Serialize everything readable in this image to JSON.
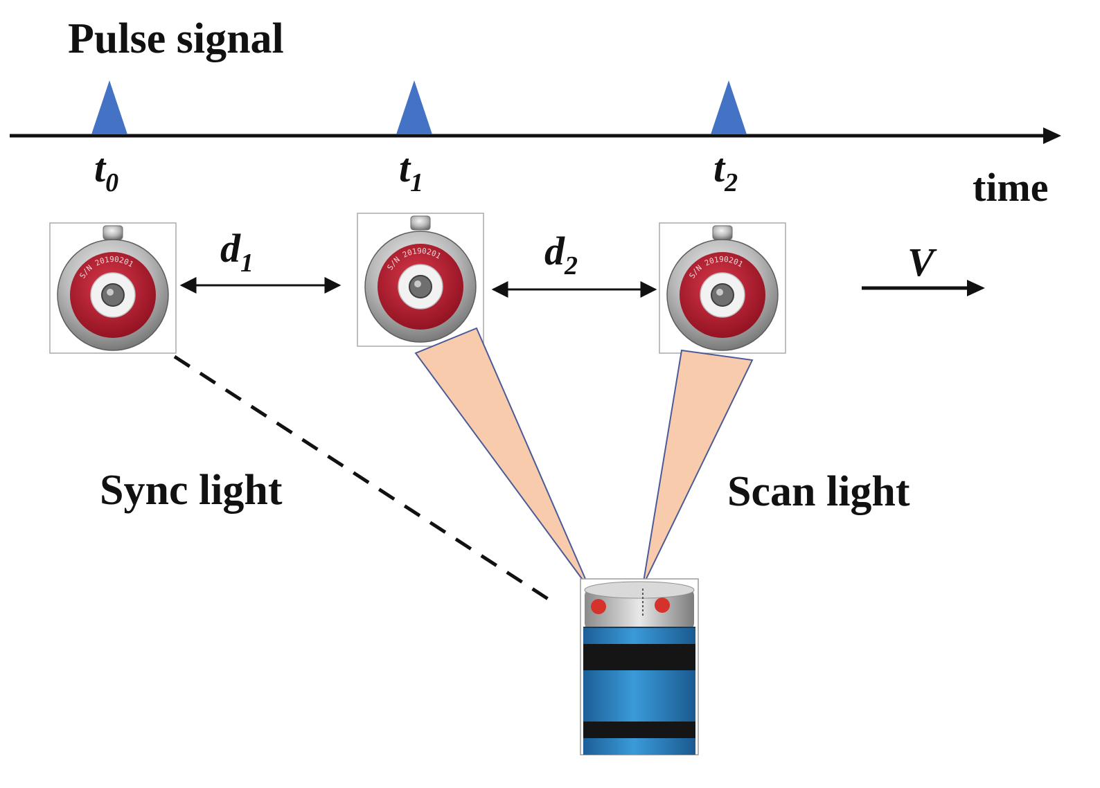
{
  "title": "Pulse signal",
  "axis_label": "time",
  "pulses": [
    {
      "label": "t",
      "sub": "0"
    },
    {
      "label": "t",
      "sub": "1"
    },
    {
      "label": "t",
      "sub": "2"
    }
  ],
  "distances": [
    {
      "label": "d",
      "sub": "1"
    },
    {
      "label": "d",
      "sub": "2"
    }
  ],
  "velocity_label": "V",
  "sync_light_label": "Sync light",
  "scan_light_label": "Scan light",
  "sensor_engraving": "S/N 20190201",
  "colors": {
    "pulse": "#4472c4",
    "beam": "#f8cbad",
    "beam_edge": "#4a5a99",
    "ring_red": "#b01c2e",
    "device_blue": "#2b86c6",
    "axis": "#111111"
  }
}
